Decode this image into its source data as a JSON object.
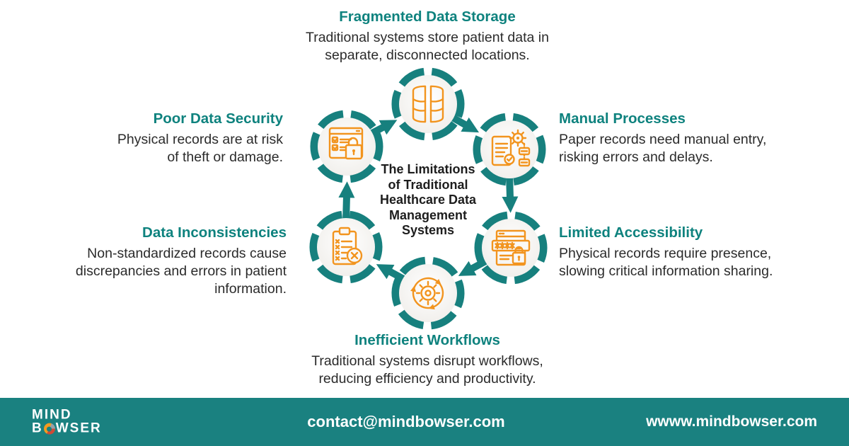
{
  "center_title_lines": [
    "The Limitations",
    "of Traditional",
    "Healthcare Data",
    "Management",
    "Systems"
  ],
  "nodes": {
    "fragmented": {
      "title": "Fragmented Data Storage",
      "desc_lines": [
        "Traditional systems store patient data in",
        "separate, disconnected locations."
      ],
      "icon": "split-database-icon"
    },
    "manual": {
      "title": "Manual Processes",
      "desc_lines": [
        "Paper records need manual entry,",
        "risking errors and delays."
      ],
      "icon": "document-gear-flowchart-icon"
    },
    "limited": {
      "title": "Limited Accessibility",
      "desc_lines": [
        "Physical records require presence,",
        "slowing critical information sharing."
      ],
      "icon": "password-lock-window-icon"
    },
    "inefficient": {
      "title": "Inefficient Workflows",
      "desc_lines": [
        "Traditional systems disrupt workflows,",
        "reducing efficiency and productivity."
      ],
      "icon": "gear-cycle-icon"
    },
    "inconsistencies": {
      "title": "Data Inconsistencies",
      "desc_lines": [
        "Non-standardized records cause",
        "discrepancies and errors in patient",
        "information."
      ],
      "icon": "clipboard-error-icon"
    },
    "security": {
      "title": "Poor Data Security",
      "desc_lines": [
        "Physical records are at risk",
        "of theft or damage."
      ],
      "icon": "checklist-padlock-icon"
    }
  },
  "footer": {
    "logo": {
      "line1": "MIND",
      "line2_prefix": "B",
      "line2_suffix": "WSER",
      "o_icon": "mindbowser-swirl-icon"
    },
    "email": "contact@mindbowser.com",
    "website": "wwww.mindbowser.com"
  },
  "colors": {
    "teal_ring_arrow": "#17807E",
    "teal_heading": "#0E827E",
    "orange_icon": "#F2941E",
    "body_text": "#2B2B2B",
    "footer_bg": "#1A8180",
    "inner_circle": "#F5F3F0"
  }
}
